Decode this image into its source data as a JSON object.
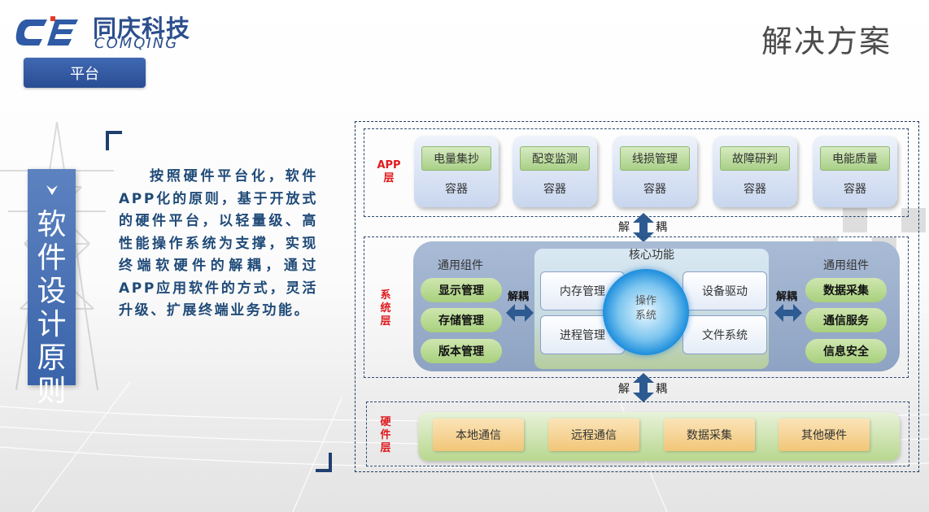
{
  "header": {
    "logo_cn": "同庆科技",
    "logo_en": "COMQING",
    "platform_tab": "平台",
    "page_title": "解决方案"
  },
  "sidebar": {
    "icon": "chevron-down-icon",
    "title_chars": [
      "软",
      "件",
      "设",
      "计",
      "原",
      "则"
    ]
  },
  "description": "按照硬件平台化，软件APP化的原则，基于开放式的硬件平台，以轻量级、高性能操作系统为支撑，实现终端软硬件的解耦，通过APP应用软件的方式，灵活升级、扩展终端业务功能。",
  "diagram": {
    "app_layer": {
      "label_lines": [
        "APP",
        "层"
      ],
      "cards": [
        {
          "name": "电量集抄",
          "sub": "容器"
        },
        {
          "name": "配变监测",
          "sub": "容器"
        },
        {
          "name": "线损管理",
          "sub": "容器"
        },
        {
          "name": "故障研判",
          "sub": "容器"
        },
        {
          "name": "电能质量",
          "sub": "容器"
        }
      ]
    },
    "decouple_top": {
      "left": "解",
      "right": "耦"
    },
    "system_layer": {
      "label_lines": [
        "系",
        "统",
        "层"
      ],
      "left_components": {
        "title": "通用组件",
        "items": [
          "显示管理",
          "存储管理",
          "版本管理"
        ]
      },
      "right_components": {
        "title": "通用组件",
        "items": [
          "数据采集",
          "通信服务",
          "信息安全"
        ]
      },
      "left_decouple": "解耦",
      "right_decouple": "解耦",
      "core": {
        "title": "核心功能",
        "boxes": [
          "内存管理",
          "进程管理",
          "设备驱动",
          "文件系统"
        ],
        "os_lines": [
          "操作",
          "系统"
        ]
      }
    },
    "decouple_bottom": {
      "left": "解",
      "right": "耦"
    },
    "hardware_layer": {
      "label_lines": [
        "硬",
        "件",
        "层"
      ],
      "items": [
        "本地通信",
        "远程通信",
        "数据采集",
        "其他硬件"
      ]
    }
  },
  "colors": {
    "accent_blue": "#2c4f8d",
    "layer_label_red": "#e0191d",
    "text_dark_blue": "#1f4a78"
  }
}
